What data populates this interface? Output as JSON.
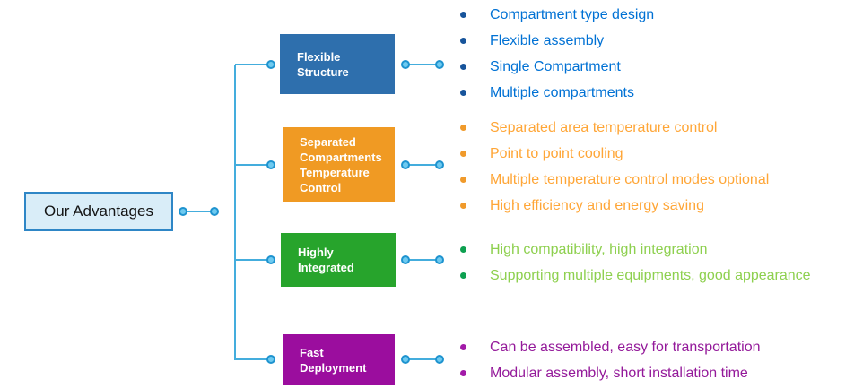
{
  "root": {
    "label": "Our Advantages"
  },
  "root_box": {
    "fill": "#d9edf8",
    "border": "#2e86c6",
    "text_color": "#141414"
  },
  "connector": {
    "line_color": "#44addd",
    "node_fill": "#6ecaf0",
    "node_ring": "#1e93cf"
  },
  "branches": [
    {
      "label": "Flexible Structure",
      "box_color": "#2e6fad",
      "item_text_color": "#0071d4",
      "bullet_color": "#17549b",
      "items": [
        "Compartment type design",
        "Flexible assembly",
        "Single Compartment",
        "Multiple compartments"
      ]
    },
    {
      "label": "Separated Compartments Temperature Control",
      "box_color": "#f09a23",
      "item_text_color": "#ffa637",
      "bullet_color": "#f09a2b",
      "items": [
        "Separated area temperature control",
        "Point to point cooling",
        "Multiple temperature control modes optional",
        "High efficiency and energy saving"
      ]
    },
    {
      "label": "Highly Integrated",
      "box_color": "#27a42c",
      "item_text_color": "#8ed04f",
      "bullet_color": "#0da050",
      "items": [
        "High compatibility, high integration",
        "Supporting multiple equipments, good appearance"
      ]
    },
    {
      "label": "Fast Deployment",
      "box_color": "#9b0d9e",
      "item_text_color": "#941a9a",
      "bullet_color": "#a21ba8",
      "items": [
        "Can be assembled, easy for transportation",
        "Modular assembly, short installation time"
      ]
    }
  ]
}
